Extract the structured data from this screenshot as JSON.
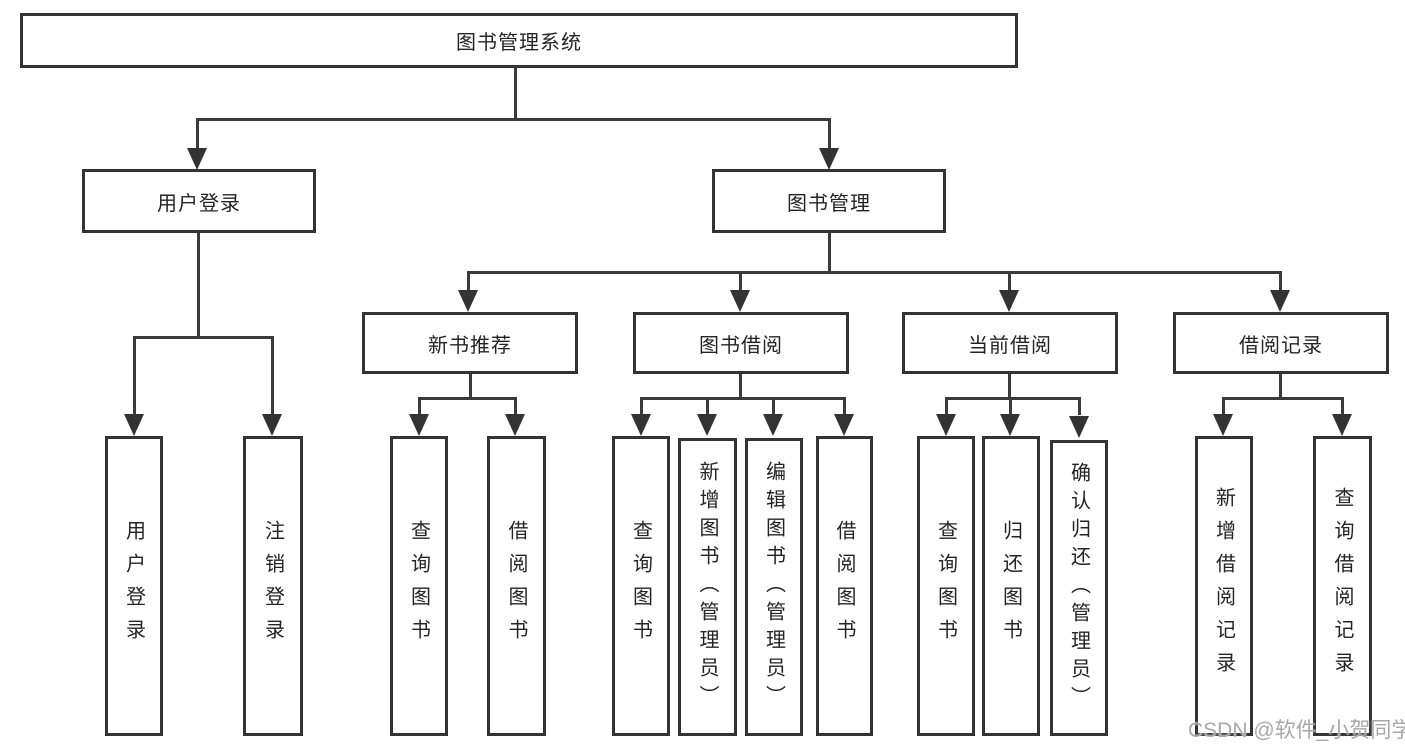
{
  "colors": {
    "line": "#3a3a3a",
    "box_border": "#333333",
    "text": "#242424",
    "watermark": "#a8a8a8",
    "background": "#ffffff"
  },
  "watermark": {
    "text": "CSDN @软件_小贺同学"
  },
  "tree": {
    "root": {
      "label": "图书管理系统"
    },
    "branches": [
      {
        "label": "用户登录",
        "children": [
          {
            "label": "用户登录"
          },
          {
            "label": "注销登录"
          }
        ]
      },
      {
        "label": "图书管理",
        "groups": [
          {
            "label": "新书推荐",
            "children": [
              {
                "label": "查询图书"
              },
              {
                "label": "借阅图书"
              }
            ]
          },
          {
            "label": "图书借阅",
            "children": [
              {
                "label": "查询图书"
              },
              {
                "label": "新增图书（管理员）"
              },
              {
                "label": "编辑图书（管理员）"
              },
              {
                "label": "借阅图书"
              }
            ]
          },
          {
            "label": "当前借阅",
            "children": [
              {
                "label": "查询图书"
              },
              {
                "label": "归还图书"
              },
              {
                "label": "确认归还（管理员）"
              }
            ]
          },
          {
            "label": "借阅记录",
            "children": [
              {
                "label": "新增借阅记录"
              },
              {
                "label": "查询借阅记录"
              }
            ]
          }
        ]
      }
    ]
  }
}
